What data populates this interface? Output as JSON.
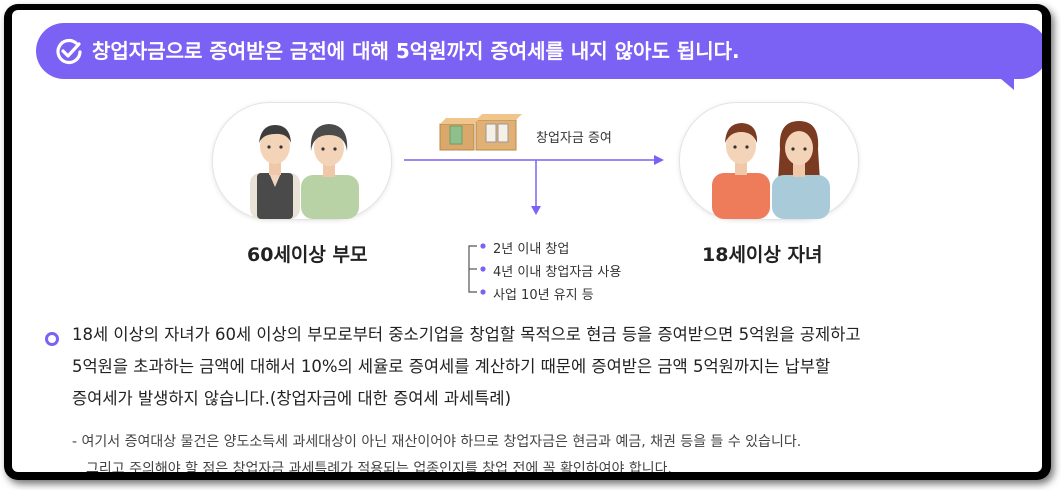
{
  "header": {
    "headline": "창업자금으로 증여받은 금전에 대해 5억원까지 증여세를 내지 않아도 됩니다."
  },
  "diagram": {
    "giver_caption": "60세이상 부모",
    "receiver_caption": "18세이상 자녀",
    "transfer_label": "창업자금 증여",
    "conditions": [
      "2년 이내 창업",
      "4년 이내 창업자금 사용",
      "사업 10년 유지 등"
    ]
  },
  "body": {
    "paragraph_lines": [
      "18세 이상의 자녀가 60세 이상의 부모로부터 중소기업을 창업할 목적으로 현금 등을 증여받으면 5억원을 공제하고",
      "5억원을 초과하는 금액에 대해서 10%의 세율로 증여세를 계산하기 때문에 증여받은 금액 5억원까지는 납부할",
      "증여세가 발생하지 않습니다.(창업자금에 대한 증여세 과세특례)"
    ],
    "note_lines": [
      "- 여기서 증여대상 물건은 양도소득세 과세대상이 아닌 재산이어야 하므로 창업자금은 현금과 예금, 채권 등을 들 수 있습니다.",
      "그리고 주의해야 할 점은 창업자금 과세특례가 적용되는 업종인지를 창업 전에 꼭 확인하여야 합니다."
    ]
  },
  "colors": {
    "accent": "#7c62f4",
    "text": "#222222"
  }
}
